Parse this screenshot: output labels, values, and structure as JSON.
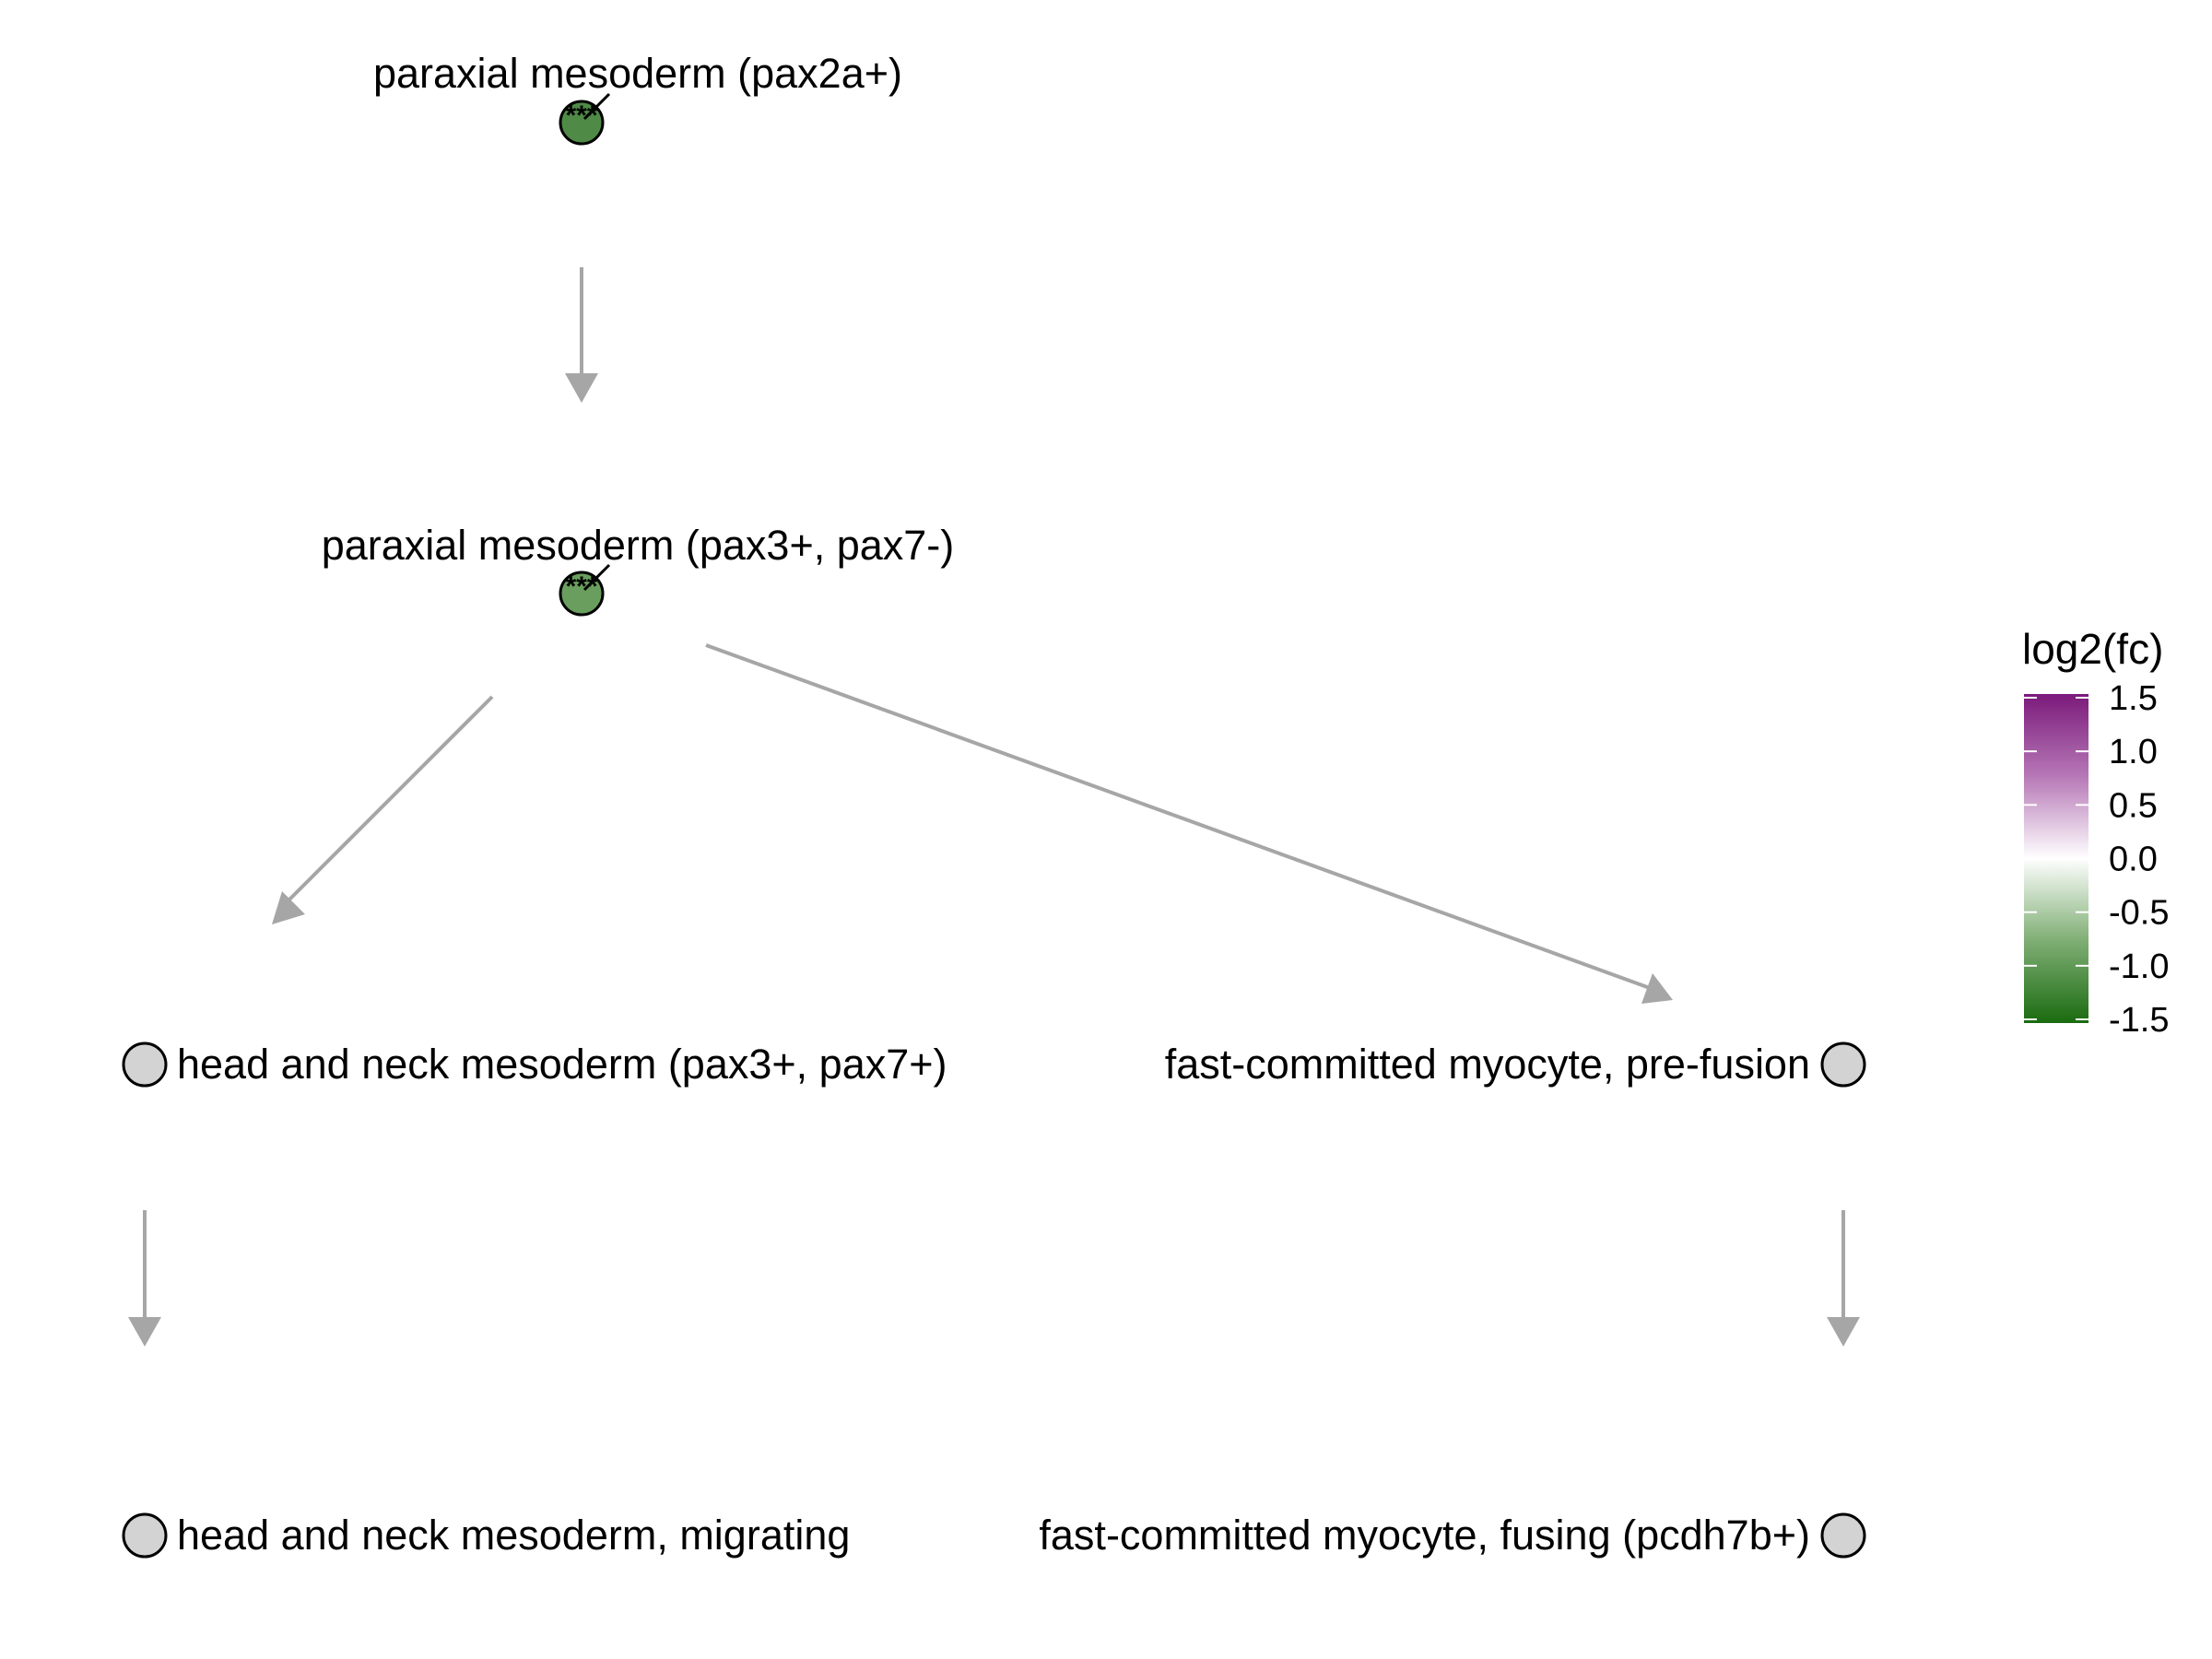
{
  "nodes": [
    {
      "id": "pax2a",
      "label": "paraxial mesoderm (pax2a+)",
      "log2fc": -1.2,
      "significance": "***",
      "color": "#4f8a47"
    },
    {
      "id": "pax3",
      "label": "paraxial mesoderm (pax3+, pax7-)",
      "log2fc": -0.9,
      "significance": "***",
      "color": "#6a9e5f"
    },
    {
      "id": "hn",
      "label": "head and neck mesoderm (pax3+, pax7+)",
      "log2fc": null,
      "significance": "",
      "color": "#d3d3d3"
    },
    {
      "id": "fast_pre",
      "label": "fast-committed myocyte, pre-fusion",
      "log2fc": null,
      "significance": "",
      "color": "#d3d3d3"
    },
    {
      "id": "hn_mig",
      "label": "head and neck mesoderm, migrating",
      "log2fc": null,
      "significance": "",
      "color": "#d3d3d3"
    },
    {
      "id": "fast_fuse",
      "label": "fast-committed myocyte, fusing (pcdh7b+)",
      "log2fc": null,
      "significance": "",
      "color": "#d3d3d3"
    }
  ],
  "edges": [
    {
      "from": "pax2a",
      "to": "pax3"
    },
    {
      "from": "pax3",
      "to": "hn"
    },
    {
      "from": "pax3",
      "to": "fast_pre"
    },
    {
      "from": "hn",
      "to": "hn_mig"
    },
    {
      "from": "fast_pre",
      "to": "fast_fuse"
    }
  ],
  "legend": {
    "title": "log2(fc)",
    "ticks": [
      "1.5",
      "1.0",
      "0.5",
      "0.0",
      "-0.5",
      "-1.0",
      "-1.5"
    ],
    "tick_values": [
      1.5,
      1.0,
      0.5,
      0.0,
      -0.5,
      -1.0,
      -1.5
    ],
    "range": [
      -1.5,
      1.5
    ],
    "colors": {
      "high": "#7b1a7b",
      "mid": "#ffffff",
      "low": "#1a6b10"
    }
  },
  "colors": {
    "edge": "#a6a6a6",
    "na_node": "#d3d3d3"
  }
}
